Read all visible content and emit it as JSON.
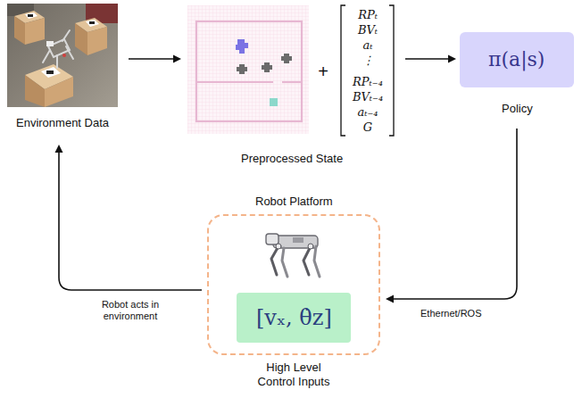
{
  "diagram": {
    "nodes": [
      {
        "text": [
          "Environment Data"
        ]
      },
      {
        "text": [
          "Preprocessed State"
        ]
      },
      {
        "text": [
          "π(a|s)",
          "Policy"
        ]
      },
      {
        "text": [
          "Robot Platform",
          "High Level Control Inputs"
        ]
      },
      {
        "text": [
          "[vₓ, θ̇z]"
        ],
        "in": 3
      }
    ],
    "edges": [
      {
        "from": 0,
        "to": 1,
        "arrow": "to"
      },
      {
        "from": 1,
        "to": 2,
        "arrow": "to"
      },
      {
        "from": 2,
        "to": 3,
        "label": "Ethernet/ROS",
        "arrow": "to"
      },
      {
        "from": 3,
        "to": 0,
        "label": "Robot acts in environment",
        "arrow": "to"
      }
    ],
    "labels": [
      "+",
      "RPₜ",
      "BVₜ",
      "aₜ",
      "⋮",
      "RPₜ₋₄",
      "BVₜ₋₄",
      "aₜ₋₄",
      "G"
    ]
  }
}
